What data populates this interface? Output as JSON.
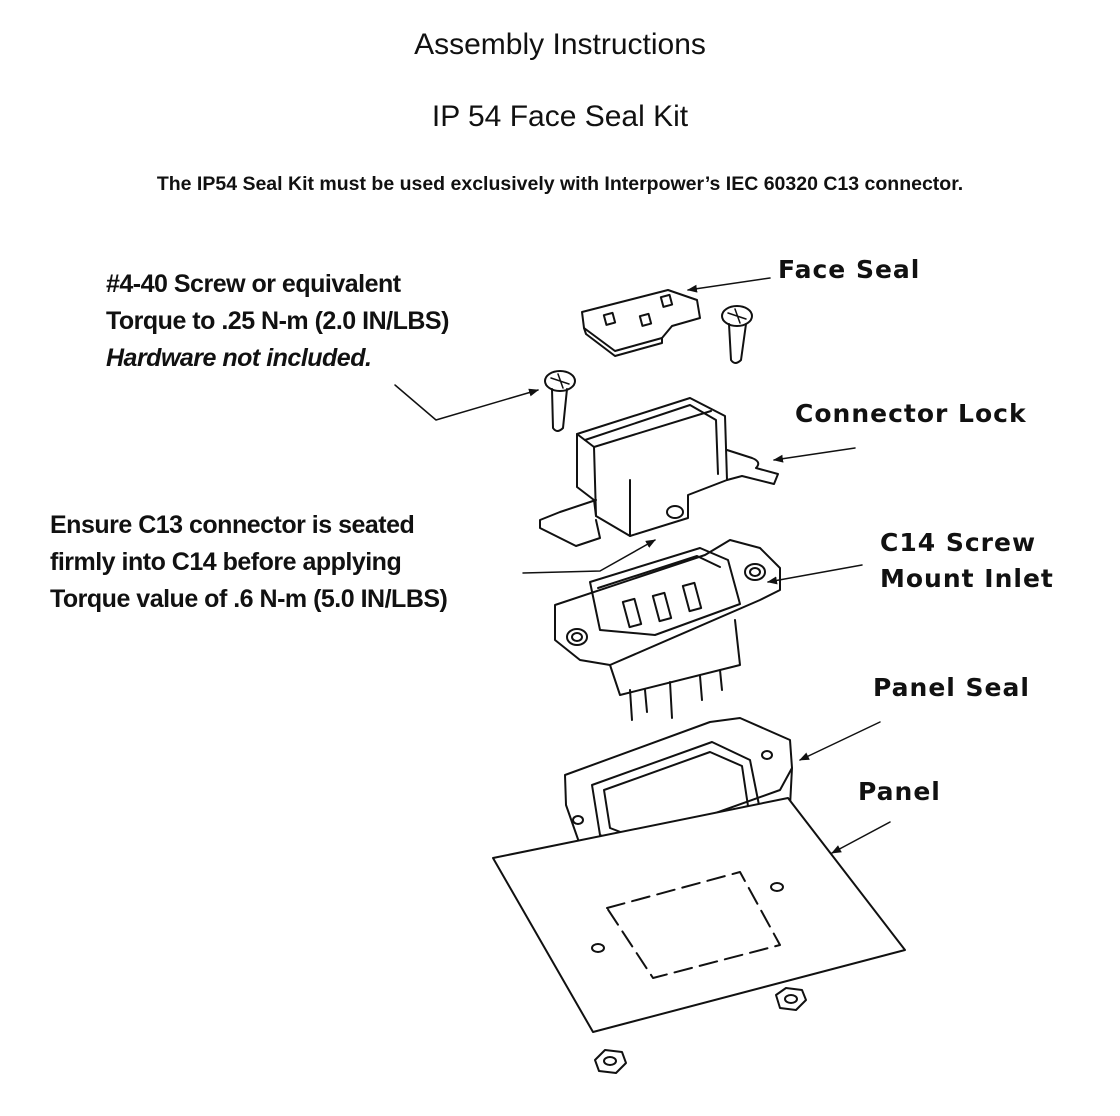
{
  "header": {
    "title": "Assembly Instructions",
    "subtitle": "IP 54 Face Seal Kit",
    "notice": "The IP54 Seal Kit must be used exclusively with Interpower’s IEC 60320 C13 connector."
  },
  "notes": {
    "screw": {
      "line1": "#4-40 Screw or equivalent",
      "line2": "Torque to .25 N-m (2.0 IN/LBS)",
      "line3": "Hardware not included."
    },
    "torque": {
      "line1": "Ensure C13 connector is seated",
      "line2": "firmly into C14 before applying",
      "line3": "Torque value of .6 N-m (5.0 IN/LBS)"
    }
  },
  "labels": {
    "face_seal": "Face Seal",
    "connector_lock": "Connector Lock",
    "c14_line1": "C14 Screw",
    "c14_line2": "Mount Inlet",
    "panel_seal": "Panel Seal",
    "panel": "Panel"
  }
}
